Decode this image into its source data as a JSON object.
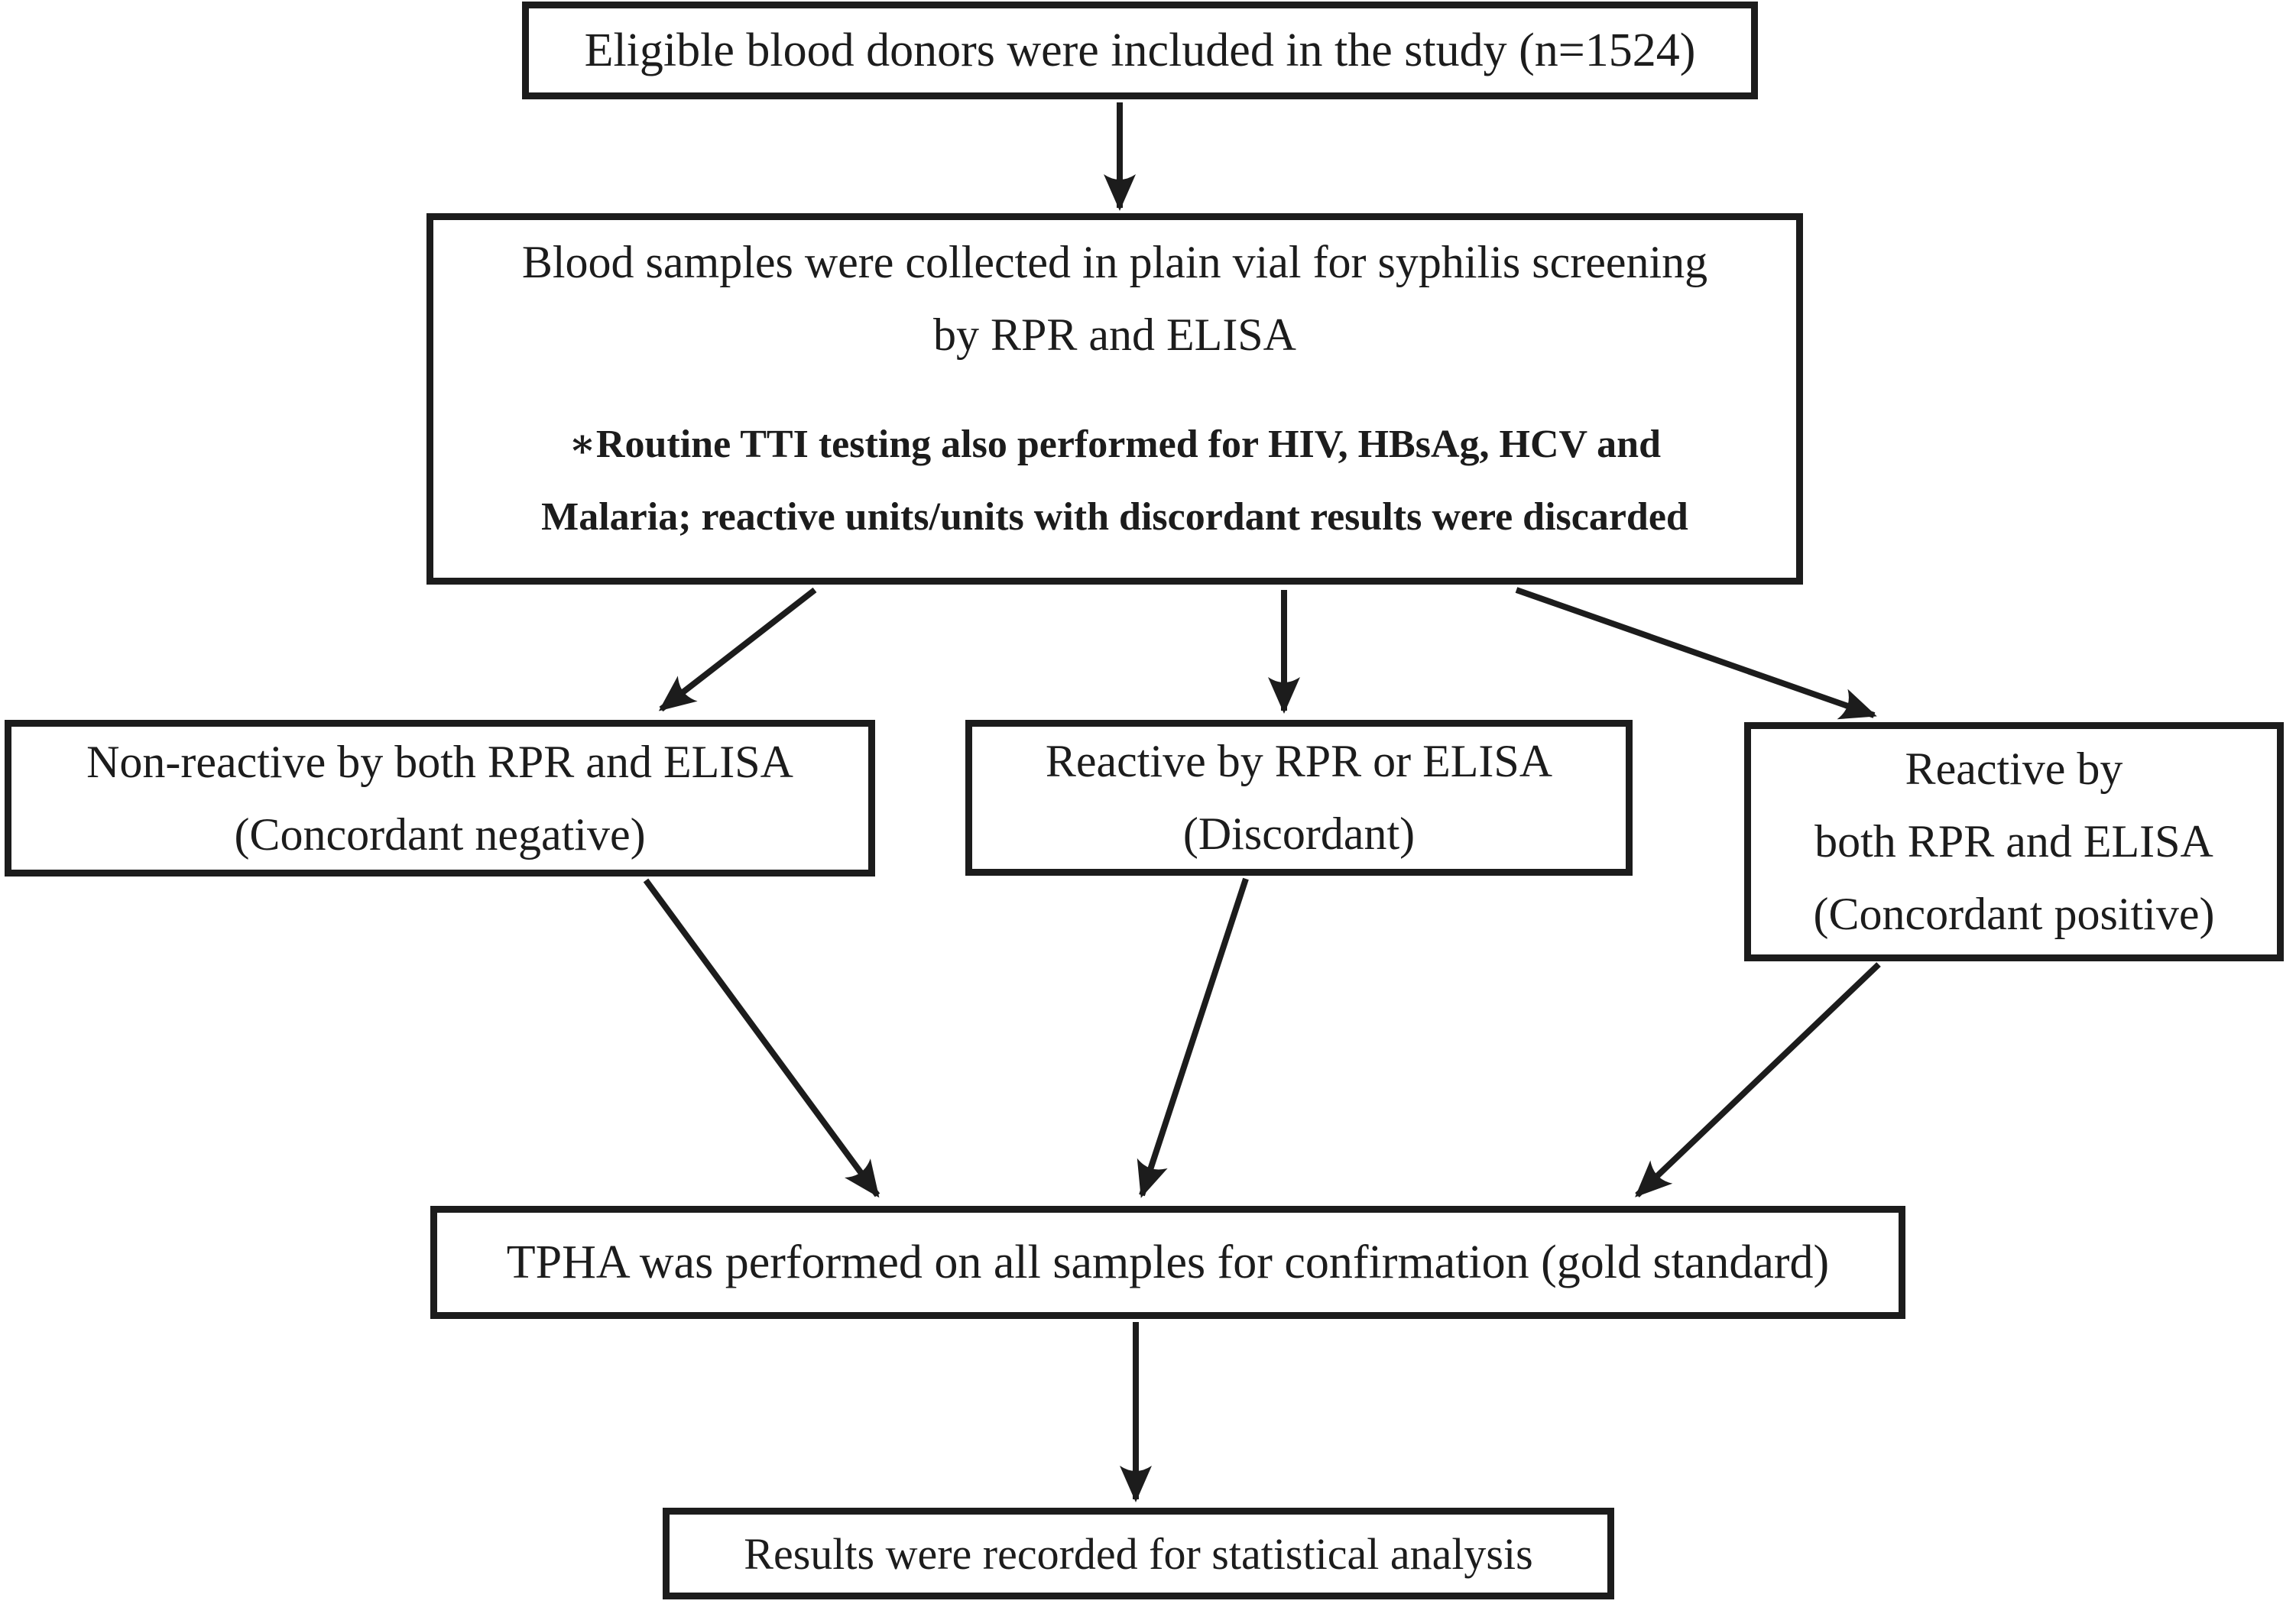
{
  "colors": {
    "ink": "#1c1c1c",
    "background": "#ffffff"
  },
  "nodes": {
    "eligible": {
      "text": "Eligible blood donors were included in the study (n=1524)"
    },
    "samples": {
      "line1": "Blood samples were collected in plain vial for syphilis screening",
      "line2": "by RPR and ELISA",
      "note1": "∗Routine TTI testing also performed for HIV, HBsAg, HCV and",
      "note2": "Malaria; reactive units/units with discordant results were discarded"
    },
    "concordant_negative": {
      "line1": "Non-reactive by both RPR and ELISA",
      "line2": "(Concordant negative)"
    },
    "discordant": {
      "line1": "Reactive by RPR or ELISA",
      "line2": "(Discordant)"
    },
    "concordant_positive": {
      "line1": "Reactive by",
      "line2": "both RPR and ELISA",
      "line3": "(Concordant positive)"
    },
    "tpha": {
      "text": "TPHA was performed on all samples for confirmation (gold standard)"
    },
    "results": {
      "text": "Results were recorded for statistical analysis"
    }
  }
}
